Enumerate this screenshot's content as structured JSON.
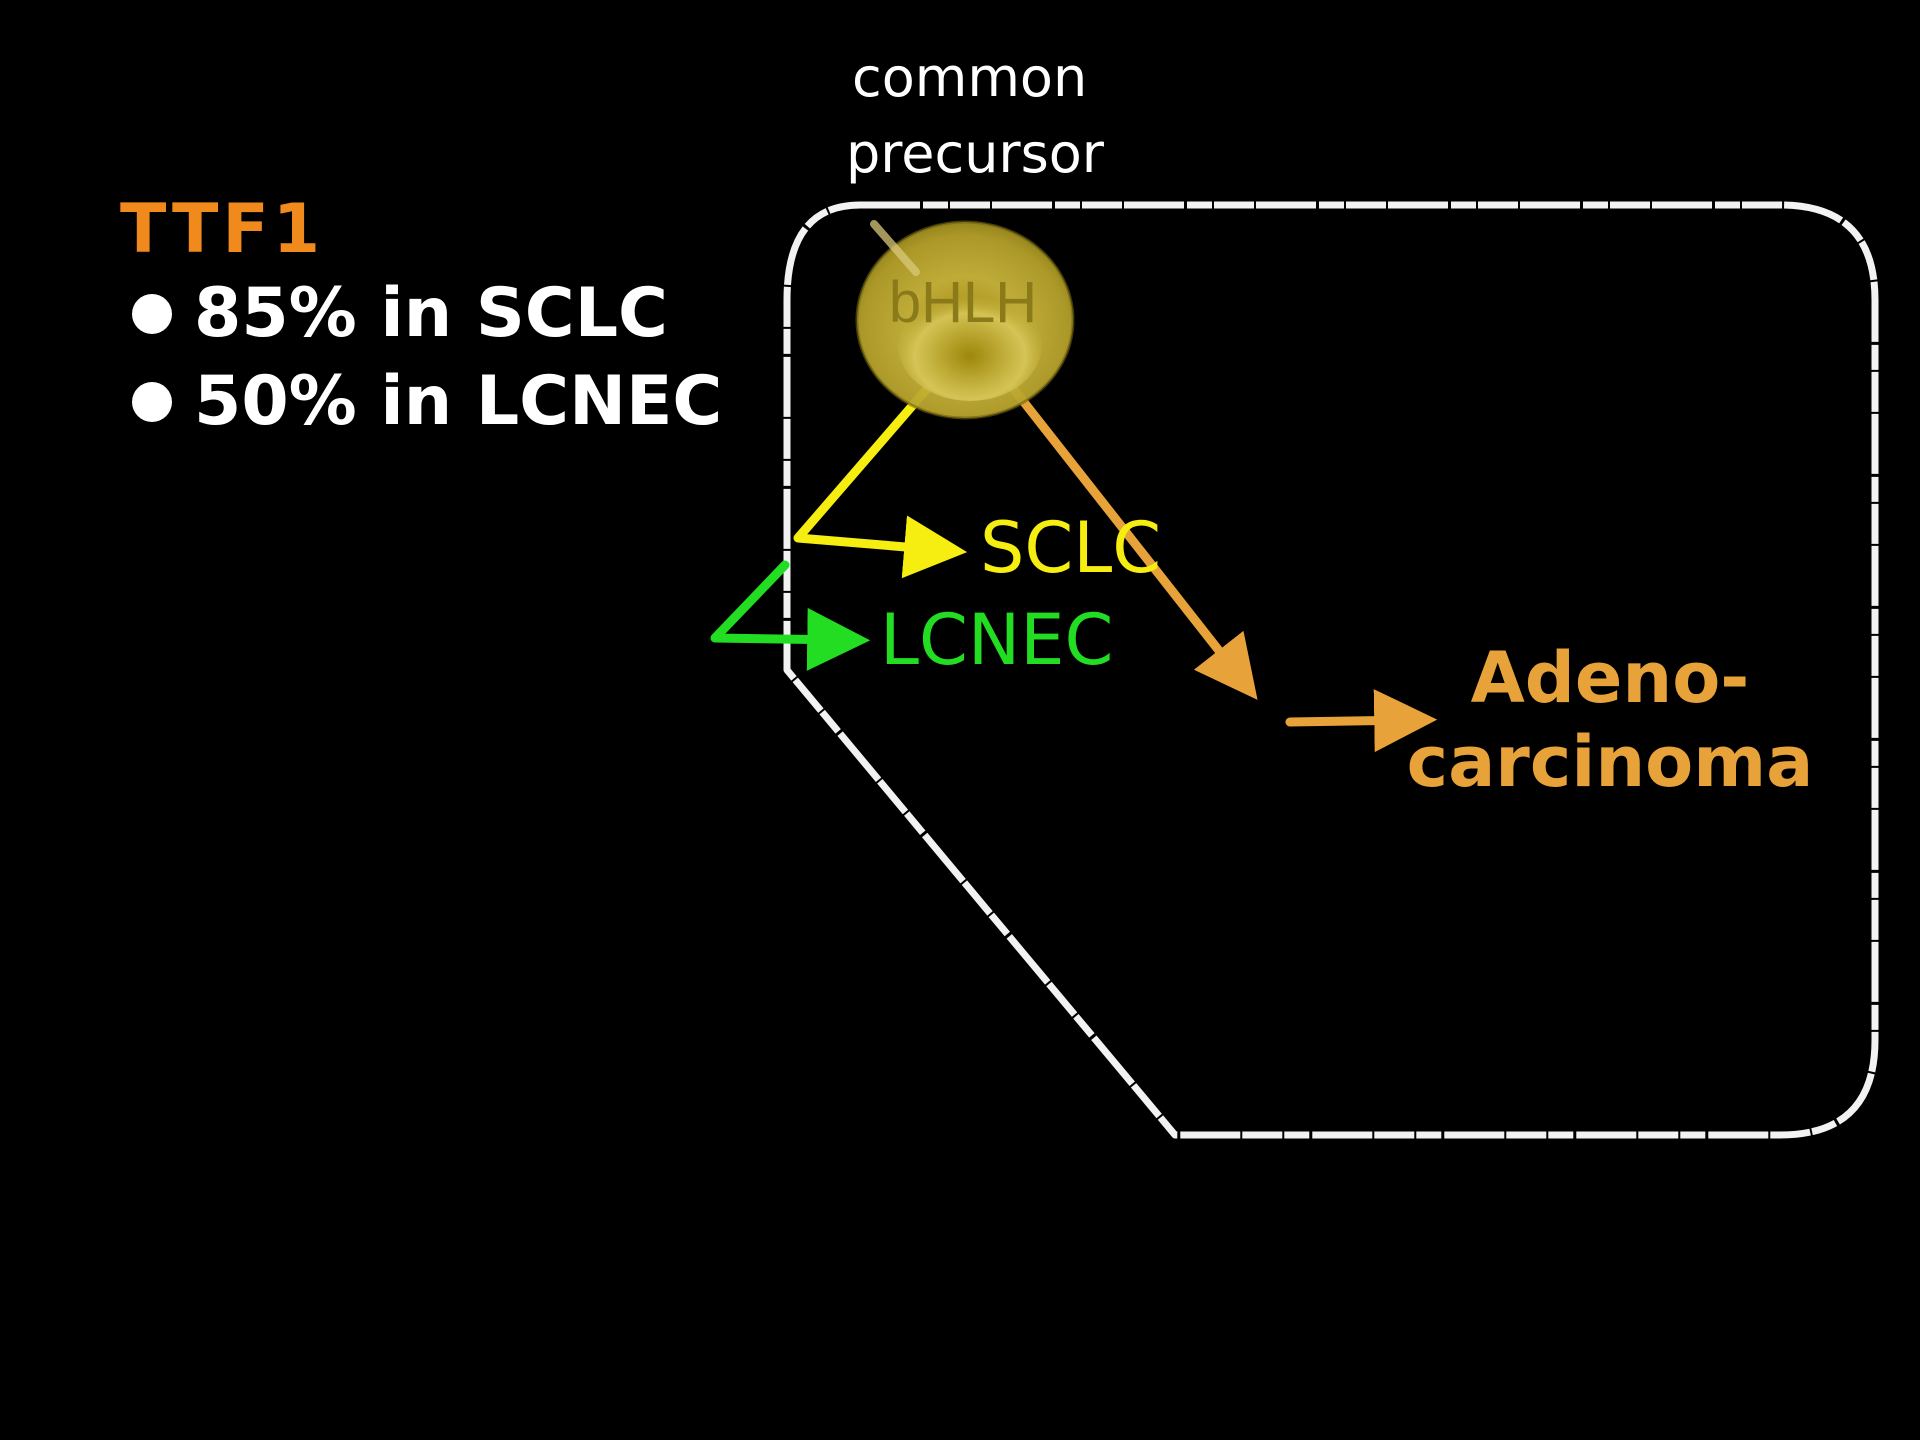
{
  "precursor_label": {
    "line1": "common",
    "line2": "precursor"
  },
  "ttf1": {
    "title": "TTF1",
    "bullets": [
      {
        "text": "85% in SCLC"
      },
      {
        "text": "50% in LCNEC"
      }
    ]
  },
  "node": {
    "label": "bHLH"
  },
  "outcomes": {
    "sclc": "SCLC",
    "lcnec": "LCNEC",
    "adeno_line1": "Adeno-",
    "adeno_line2": "carcinoma"
  },
  "colors": {
    "background": "#000000",
    "ttf1_title": "#f08a1c",
    "bullet_text": "#ffffff",
    "sclc": "#f5ee10",
    "lcnec": "#22dd22",
    "adeno": "#e8a23a",
    "node_fill": "#a89422",
    "outline": "#ffffff"
  },
  "icons": {
    "bullet": "filled-circle-bullet",
    "node": "precursor-cell-icon",
    "arrows": "hand-drawn-arrow-icon"
  }
}
